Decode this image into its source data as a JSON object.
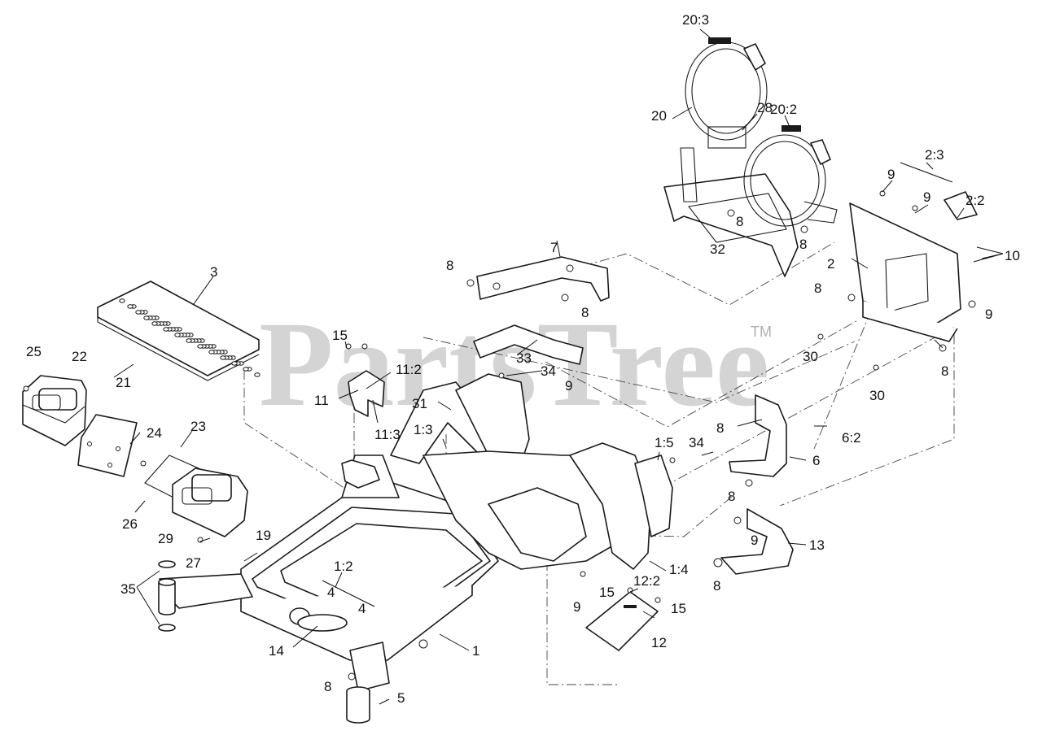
{
  "watermark": {
    "text": "PartsTree",
    "tm": "TM"
  },
  "callouts": [
    "20:3",
    "20",
    "28",
    "20:2",
    "2:3",
    "9",
    "9",
    "2:2",
    "10",
    "32",
    "8",
    "8",
    "2",
    "9",
    "8",
    "7",
    "8",
    "8",
    "3",
    "15",
    "11:2",
    "11",
    "11:3",
    "33",
    "34",
    "9",
    "30",
    "30",
    "8",
    "25",
    "22",
    "21",
    "24",
    "23",
    "31",
    "1:3",
    "1:5",
    "34",
    "8",
    "6:2",
    "6",
    "8",
    "9",
    "13",
    "8",
    "26",
    "29",
    "27",
    "19",
    "1:4",
    "15",
    "12:2",
    "15",
    "12",
    "35",
    "1:2",
    "4",
    "4",
    "9",
    "14",
    "1",
    "8",
    "5"
  ]
}
